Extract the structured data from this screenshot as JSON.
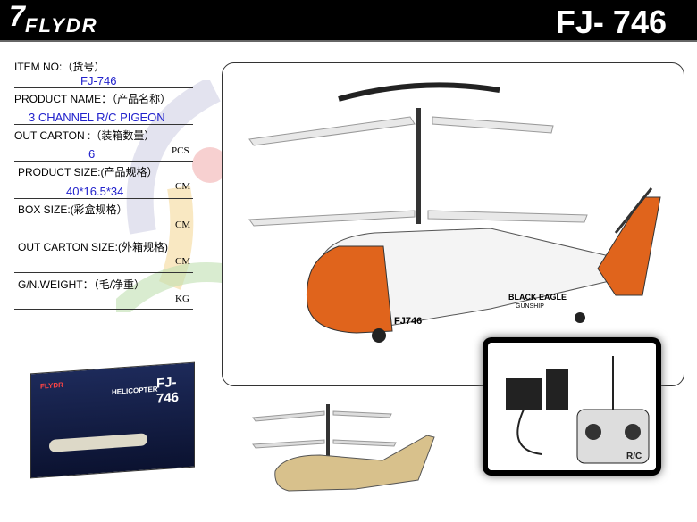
{
  "header": {
    "brand": "FLYDR",
    "model": "FJ- 746"
  },
  "specs": {
    "item_no": {
      "label": "ITEM  NO:（货号）",
      "value": "FJ-746"
    },
    "product_name": {
      "label": "PRODUCT NAME：（产品名称）",
      "value": "3 CHANNEL R/C PIGEON"
    },
    "out_carton": {
      "label": "OUT CARTON :（装箱数量）",
      "value": "6",
      "unit": "PCS"
    },
    "product_size": {
      "label": "PRODUCT SIZE:(产品规格）",
      "value": "40*16.5*34",
      "unit": "CM"
    },
    "box_size": {
      "label": "BOX SIZE:(彩盒规格）",
      "unit": "CM"
    },
    "out_carton_size": {
      "label": "OUT CARTON SIZE:(外箱规格)",
      "unit": "CM"
    },
    "weight": {
      "label": "G/N.WEIGHT：（毛/净重）",
      "unit": "KG"
    }
  },
  "helicopter": {
    "line1": "BLACK EAGLE",
    "line2": "GUNSHIP",
    "code": "FJ746"
  },
  "box": {
    "line1": "HELICOPTER",
    "model": "FJ-746",
    "brand": "FLYDR"
  },
  "remote": {
    "label": "R/C"
  },
  "colors": {
    "orange": "#e0641c",
    "accent_blue": "#2222cc"
  }
}
